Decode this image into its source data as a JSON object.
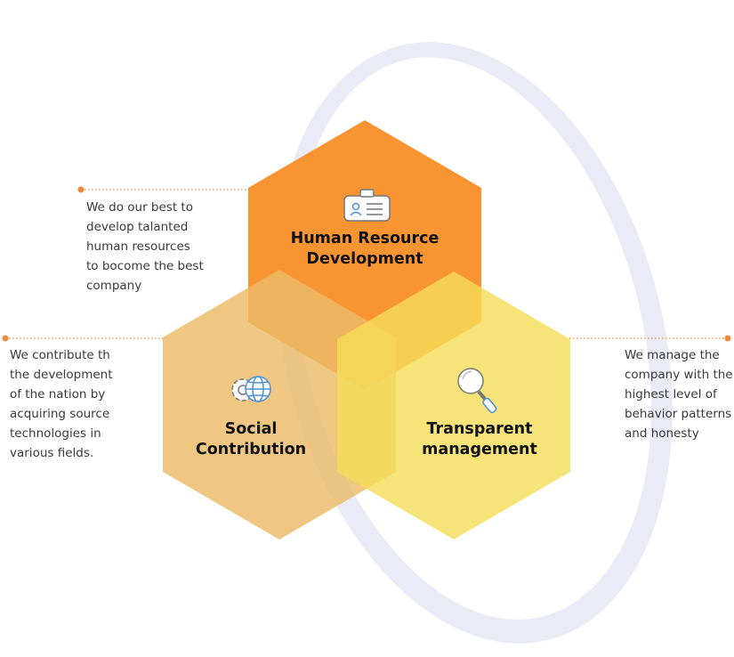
{
  "colors": {
    "ring": "#e9ebf6",
    "hr_hex": "#f98b21",
    "social_hex": "#ecbb66",
    "transparent_hex": "#f5dd58",
    "connector": "#f0893a",
    "icon_stroke": "#4a90d9",
    "icon_gray": "#777777"
  },
  "hexagons": {
    "hr": {
      "icon": "id-card-icon",
      "lines": [
        "Human Resource",
        "Development"
      ],
      "description": [
        "We do our best to",
        "develop talanted",
        "human resources",
        "to bocome the best",
        "company"
      ]
    },
    "social": {
      "icon": "gear-globe-icon",
      "lines": [
        "Social",
        "Contribution"
      ],
      "description": [
        "We contribute th",
        "the development",
        "of the nation by",
        "acquiring source",
        "technologies in",
        "various fields."
      ]
    },
    "transparent": {
      "icon": "magnifier-icon",
      "lines": [
        "Transparent",
        "management"
      ],
      "description": [
        "We manage the",
        "company with the",
        "highest level of",
        "behavior patterns",
        "and honesty"
      ]
    }
  }
}
